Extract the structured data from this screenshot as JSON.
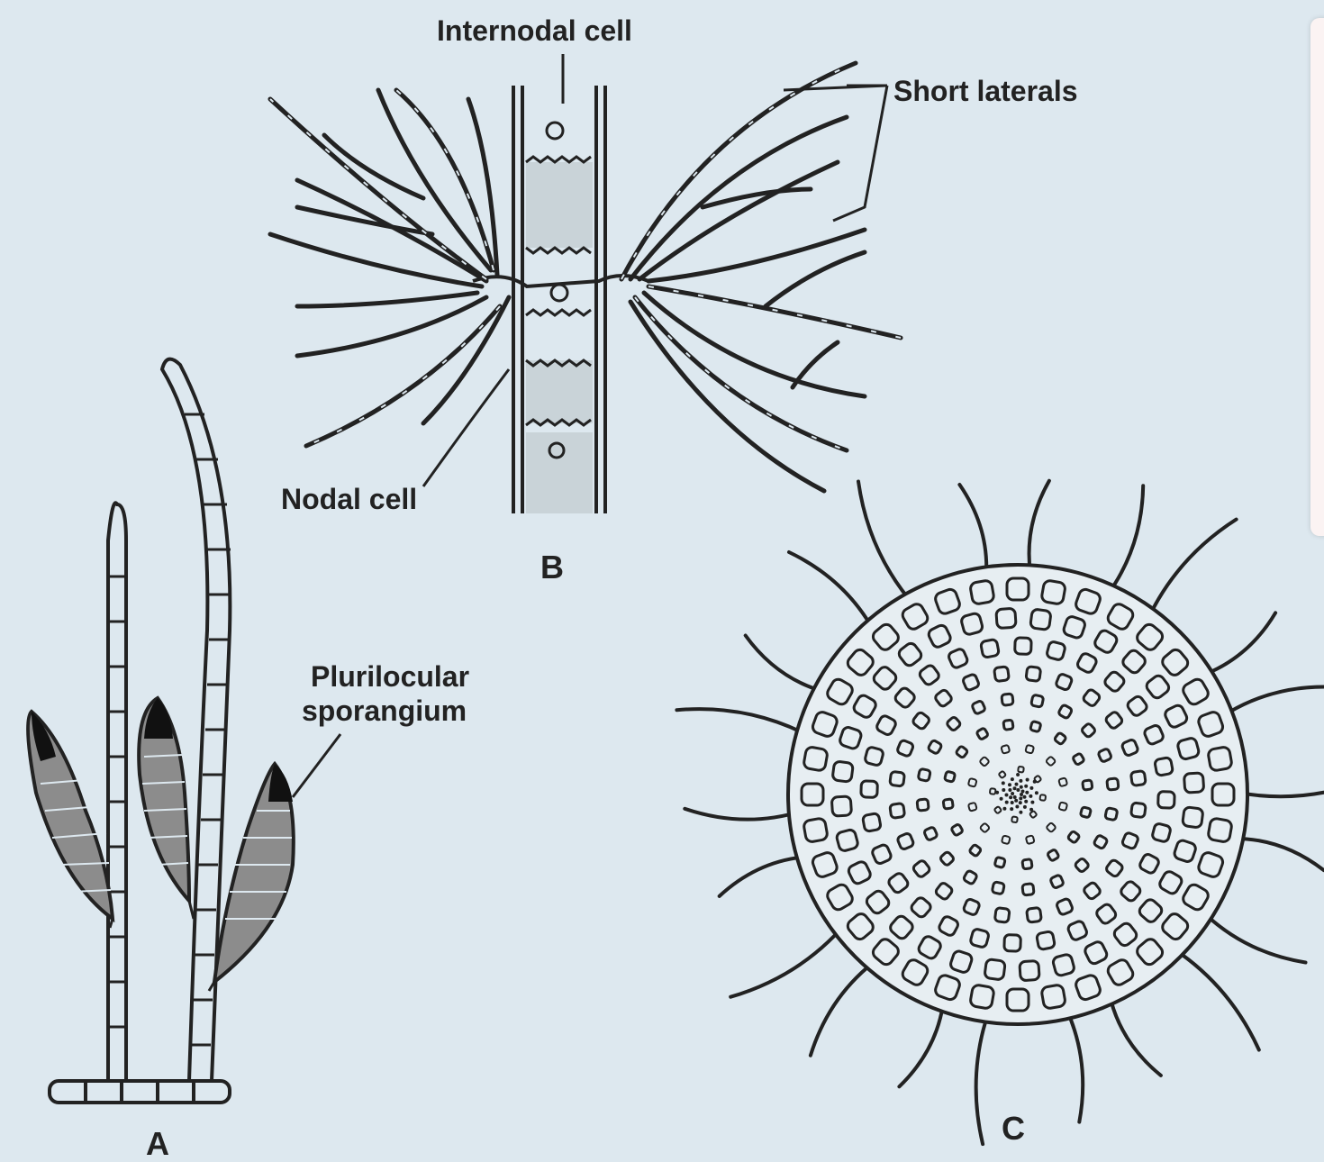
{
  "figure": {
    "panel_A": {
      "letter": "A",
      "label_line1": "Plurilocular",
      "label_line2": "sporangium"
    },
    "panel_B": {
      "letter": "B",
      "internodal_label": "Internodal cell",
      "short_laterals_label": "Short laterals",
      "nodal_label": "Nodal cell"
    },
    "panel_C": {
      "letter": "C"
    }
  },
  "colors": {
    "background": "#dde8ef",
    "ink": "#222222",
    "side_card": "#fbf3f3"
  }
}
